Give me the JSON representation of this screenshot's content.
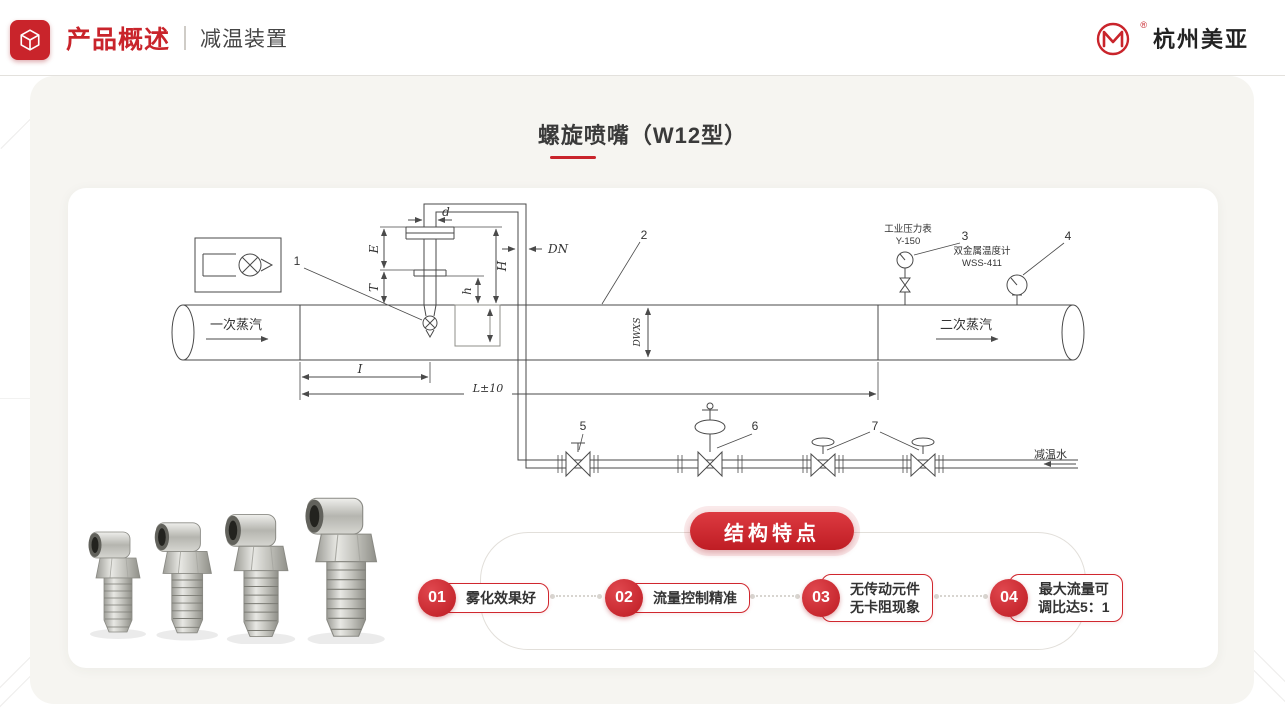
{
  "colors": {
    "accent": "#c9242b"
  },
  "header": {
    "title": "产品概述",
    "subtitle": "减温装置",
    "brand": "杭州美亚",
    "brand_mark": "®"
  },
  "slide": {
    "title": "螺旋喷嘴（W12型）"
  },
  "diagram": {
    "steam_in": "一次蒸汽",
    "steam_out": "二次蒸汽",
    "cooling_water": "减温水",
    "pressure_gauge_name": "工业压力表",
    "pressure_gauge_model": "Y-150",
    "thermometer_name": "双金属温度计",
    "thermometer_model": "WSS-411",
    "dims": {
      "d": "d",
      "dn": "DN",
      "e": "E",
      "t": "T",
      "h_cap": "H",
      "h_low": "h",
      "i": "I",
      "l": "L±10",
      "dwxs": "DWXS"
    },
    "callouts": {
      "c1": "1",
      "c2": "2",
      "c3": "3",
      "c4": "4",
      "c5": "5",
      "c6": "6",
      "c7": "7"
    }
  },
  "features": {
    "title": "结构特点",
    "items": [
      {
        "num": "01",
        "line1": "雾化效果好",
        "line2": ""
      },
      {
        "num": "02",
        "line1": "流量控制精准",
        "line2": ""
      },
      {
        "num": "03",
        "line1": "无传动元件",
        "line2": "无卡阻现象"
      },
      {
        "num": "04",
        "line1": "最大流量可",
        "line2": "调比达5：1"
      }
    ]
  }
}
